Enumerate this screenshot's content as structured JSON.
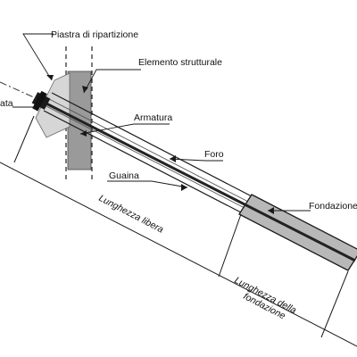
{
  "diagram": {
    "labels": {
      "piastra": "Piastra di ripartizione",
      "elemento": "Elemento strutturale",
      "testata": "ata",
      "armatura": "Armatura",
      "foro": "Foro",
      "guaina": "Guaina",
      "fondazione": "Fondazione"
    },
    "dimensions": {
      "libera": "Lunghezza libera",
      "fondazione_line1": "Lunghezza della",
      "fondazione_line2": "fondazione"
    },
    "colors": {
      "element_fill": "#9a9a9a",
      "plate_fill": "#d6d6d6",
      "foundation_fill": "#b8b8b8",
      "line": "#1a1a1a",
      "bar": "#222222"
    }
  }
}
